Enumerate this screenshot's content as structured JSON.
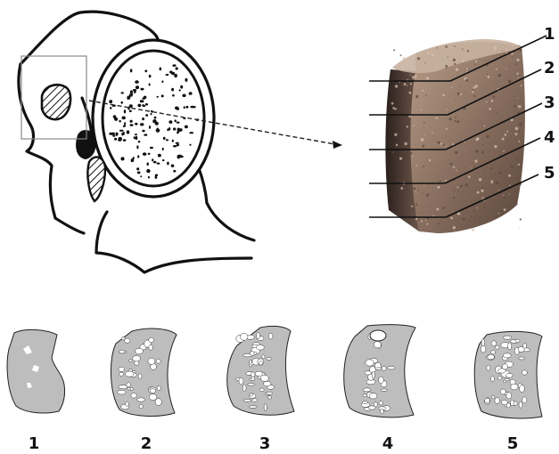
{
  "figure": {
    "colors": {
      "ink": "#111111",
      "bone_gray": "#b9b9b9",
      "block_brown": "#8a7060",
      "block_dark": "#3b2e28",
      "marrow_white": "#ffffff"
    },
    "block_labels": [
      "1",
      "2",
      "3",
      "4",
      "5"
    ],
    "section_labels": [
      "1",
      "2",
      "3",
      "4",
      "5"
    ]
  }
}
